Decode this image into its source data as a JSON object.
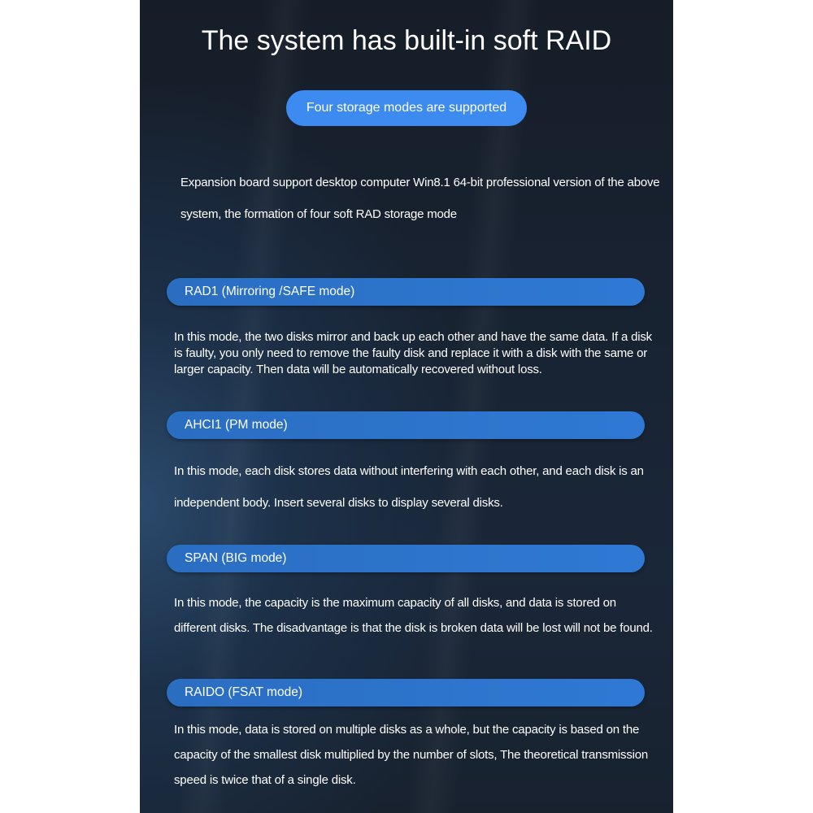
{
  "title": "The system has built-in soft RAID",
  "pill": "Four storage modes are supported",
  "intro": "Expansion board support desktop computer Win8.1 64-bit professional version of the above system, the formation of four soft RAD storage mode",
  "modes": [
    {
      "heading": "RAD1 (Mirroring /SAFE mode)",
      "text": "In this mode, the two disks mirror and back up each other and have the same data. If a disk is faulty, you only need to remove the faulty disk and replace it with a disk with the same or larger capacity. Then data will be automatically recovered without loss."
    },
    {
      "heading": "AHCI1 (PM mode)",
      "text": "In this mode, each disk stores data without interfering with each other, and each disk is an independent body. Insert several disks to display several disks."
    },
    {
      "heading": "SPAN (BIG mode)",
      "text": "In this mode, the capacity is the maximum capacity of all disks, and data is stored on different disks. The disadvantage is that the disk is broken data will be lost will not be found."
    },
    {
      "heading": "RAIDO (FSAT mode)",
      "text": "In this mode, data is stored on multiple disks as a whole, but the capacity is based on the capacity of the smallest disk multiplied by the number of slots, The theoretical transmission speed is twice that of a single disk."
    }
  ]
}
